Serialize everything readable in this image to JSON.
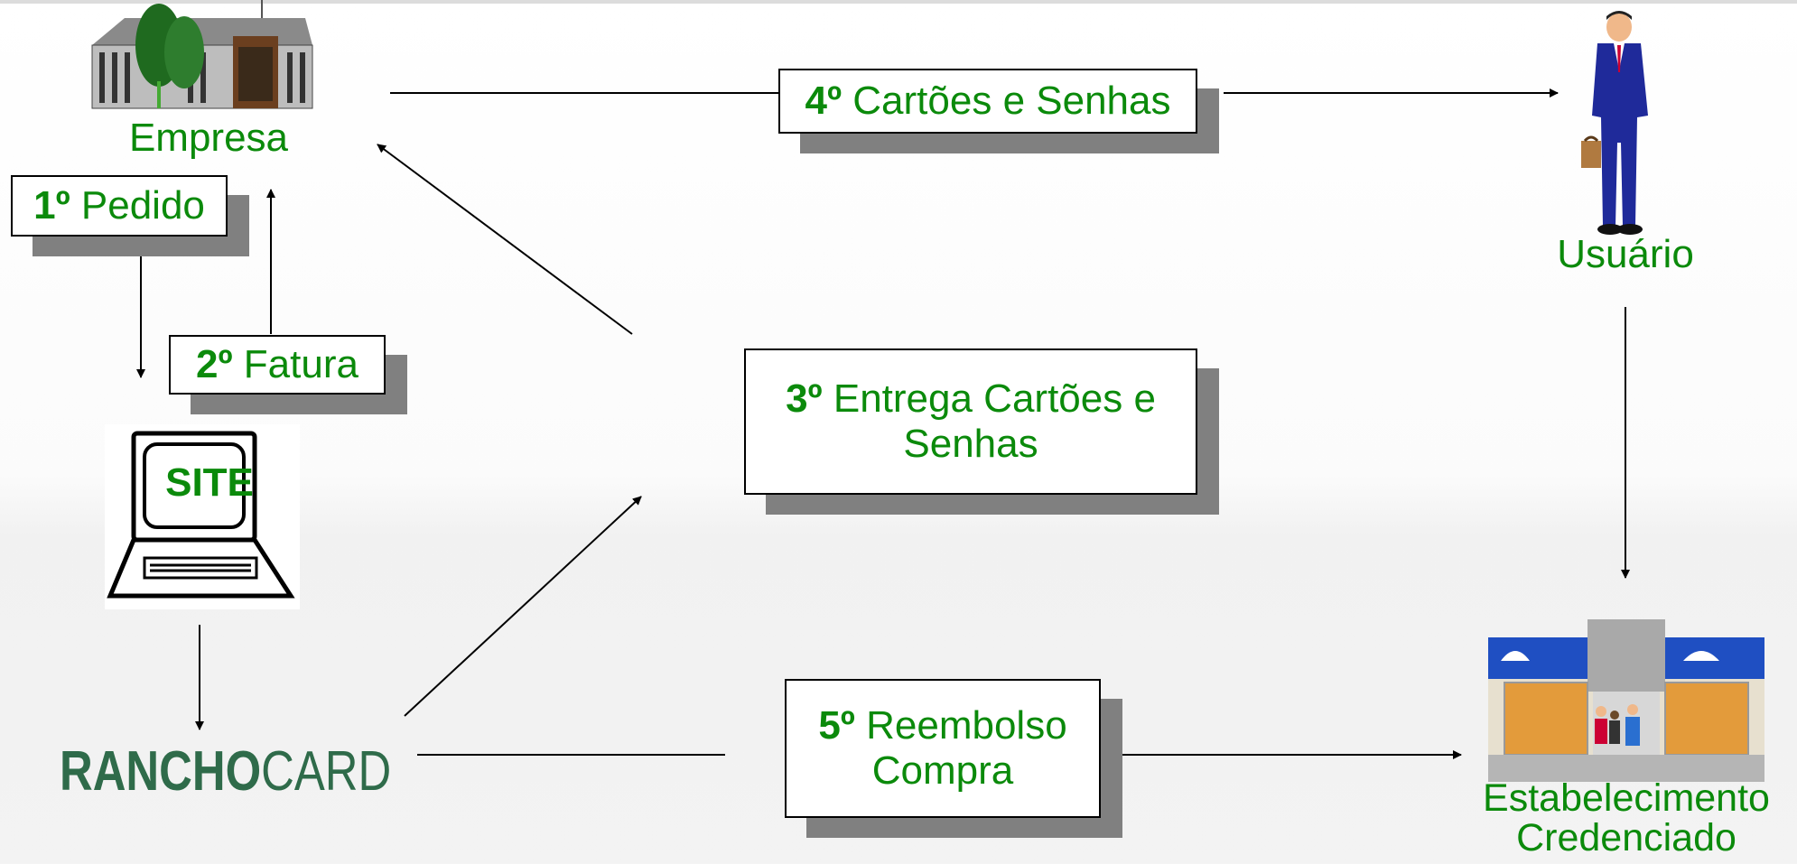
{
  "nodes": {
    "empresa": "Empresa",
    "usuario": "Usuário",
    "site": "SITE",
    "estabelecimento_line1": "Estabelecimento",
    "estabelecimento_line2": "Credenciado",
    "brand_bold": "RANCHO",
    "brand_light": "CARD"
  },
  "steps": [
    {
      "number": "1º",
      "text": "Pedido"
    },
    {
      "number": "2º",
      "text": "Fatura"
    },
    {
      "number": "3º",
      "text": "Entrega Cartões e Senhas"
    },
    {
      "number": "4º",
      "text": "Cartões e Senhas"
    },
    {
      "number": "5º",
      "text": "Reembolso Compra"
    }
  ],
  "colors": {
    "label_green": "#0b8a0b",
    "shadow_gray": "#808080",
    "brand_green": "#2f6b4a"
  },
  "icons": [
    "building-icon",
    "businessman-icon",
    "laptop-icon",
    "storefront-icon"
  ]
}
